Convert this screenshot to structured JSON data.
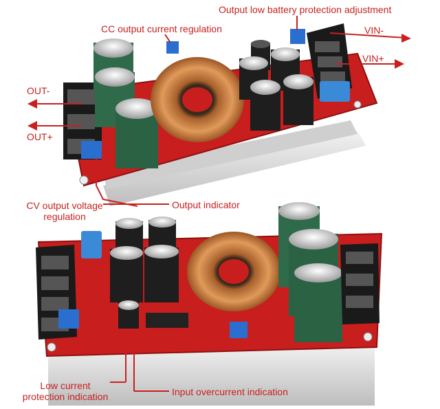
{
  "labels": {
    "output_low_battery": "Output low battery protection adjustment",
    "cc_output_current": "CC output current regulation",
    "vin_minus": "VIN-",
    "vin_plus": "VIN+",
    "out_minus": "OUT-",
    "out_plus": "OUT+",
    "cv_output_voltage_line1": "CV output voltage",
    "cv_output_voltage_line2": "regulation",
    "output_indicator": "Output indicator",
    "low_current_line1": "Low current",
    "low_current_line2": "protection indication",
    "input_overcurrent": "Input overcurrent indication"
  },
  "colors": {
    "label_red": "#c8201e",
    "pcb_red": "#c81e1e",
    "heatsink": "#d9d9d9",
    "copper": "#c8743a",
    "cap_green": "#2f6a4a",
    "cap_black": "#1e1e1e",
    "terminal": "#1a1a1a",
    "pot_blue": "#2a6fd0"
  }
}
